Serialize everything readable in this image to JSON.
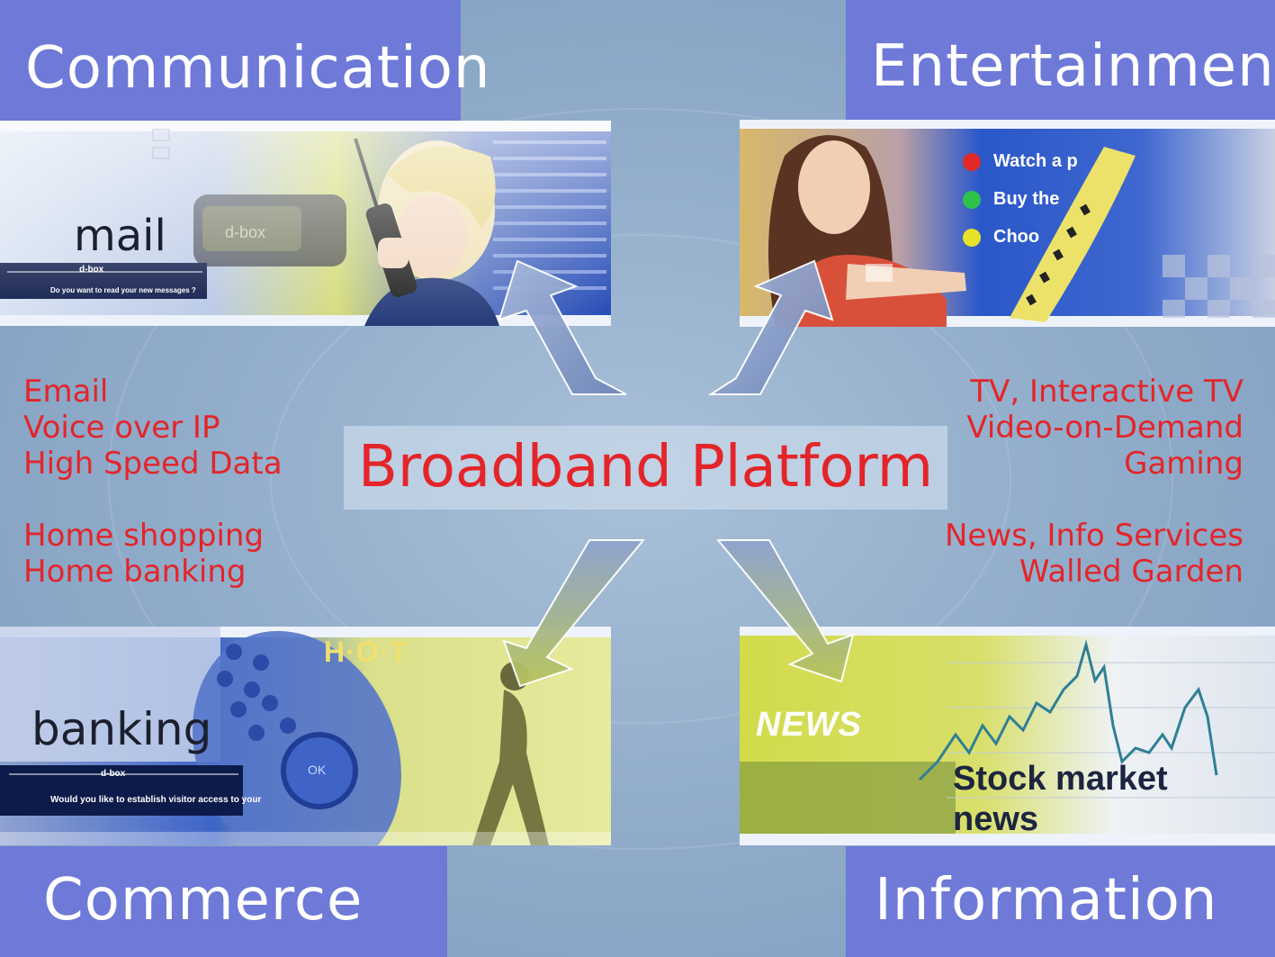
{
  "quadrants": {
    "communication": {
      "title": "Communication",
      "screen_word": "mail",
      "screen_logo": "d-box",
      "screen_prompt": "Do you want to read your new messages ?",
      "services": [
        "Email",
        "Voice over IP",
        "High Speed Data",
        "Home shopping",
        "Home banking"
      ]
    },
    "entertainment": {
      "title": "Entertainment",
      "menu_items": [
        "Watch a p",
        "Buy the",
        "Choo"
      ],
      "menu_colors": [
        "#e02a2a",
        "#2fc24a",
        "#e6e22a"
      ],
      "services": [
        "TV, Interactive TV",
        "Video-on-Demand",
        "Gaming",
        "News, Info Services",
        "Walled Garden"
      ]
    },
    "commerce": {
      "title": "Commerce",
      "screen_word": "banking",
      "screen_logo": "d-box",
      "screen_prompt": "Would you like to establish visitor access to your",
      "hot_label": "H·O·T",
      "ok_label": "OK"
    },
    "information": {
      "title": "Information",
      "news_label": "NEWS",
      "stock_label": "Stock market",
      "stock_label2": "news"
    }
  },
  "center": {
    "title": "Broadband Platform"
  },
  "colors": {
    "title_box": "#6e79d8",
    "service_text": "#e3252a",
    "center_text": "#e3252a",
    "background": "#93aecb"
  }
}
